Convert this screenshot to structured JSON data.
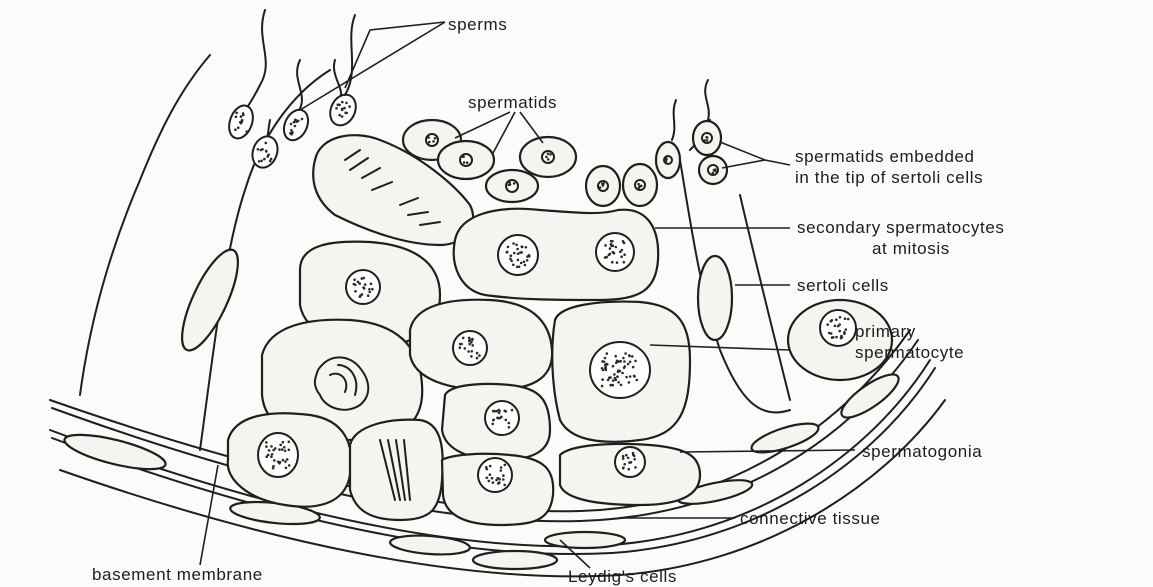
{
  "labels": {
    "sperms": "sperms",
    "spermatids": "spermatids",
    "spermatids_embedded_line1": "spermatids embedded",
    "spermatids_embedded_line2": "in the tip of sertoli cells",
    "secondary_line1": "secondary spermatocytes",
    "secondary_line2": "at mitosis",
    "sertoli_cells": "sertoli cells",
    "primary_line1": "primary",
    "primary_line2": "spermatocyte",
    "spermatogonia": "spermatogonia",
    "connective_tissue": "connective tissue",
    "basement_membrane": "basement membrane",
    "leydigs_cells": "Leydig's cells"
  }
}
